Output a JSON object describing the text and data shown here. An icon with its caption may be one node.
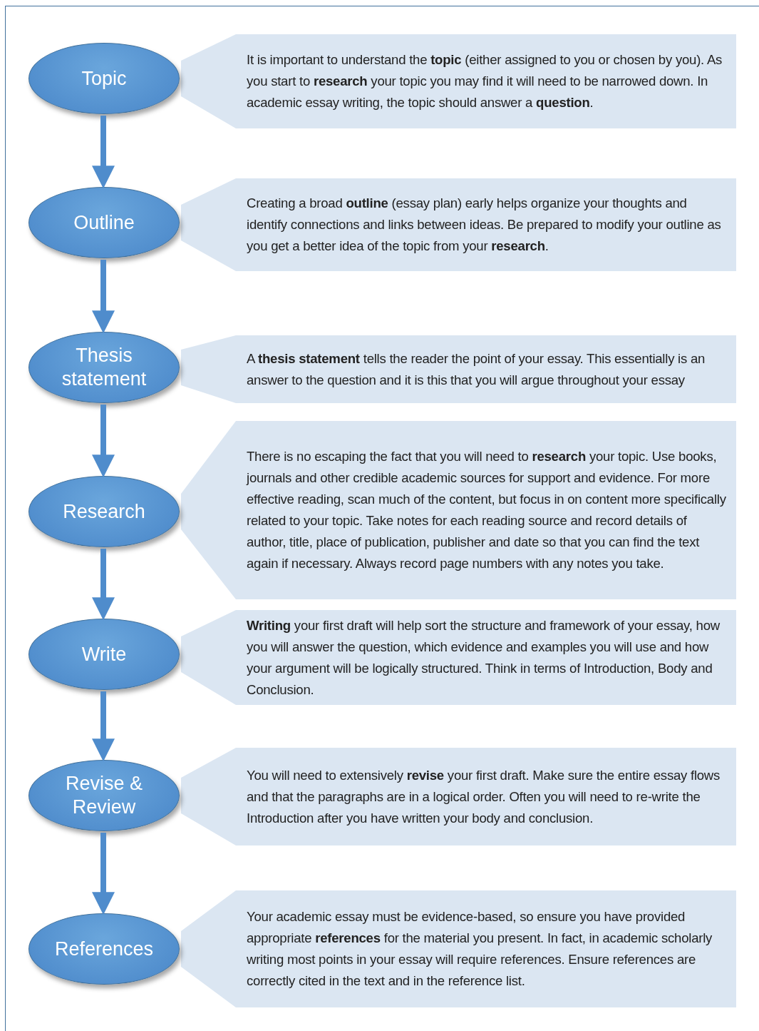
{
  "diagram": {
    "nodes": [
      {
        "text": [
          "Topic"
        ]
      },
      {
        "text": [
          "It is important to understand the **topic** (either assigned to you or chosen by you). As you start to **research** your topic you may find it will need to be narrowed down.  In academic essay writing, the topic should answer a **question**."
        ]
      },
      {
        "text": [
          "Outline"
        ]
      },
      {
        "text": [
          "Creating a broad **outline** (essay plan) early helps organize your thoughts and identify connections and links between ideas. Be prepared to modify your outline as you get a better idea of the topic from your **research**."
        ]
      },
      {
        "text": [
          "Thesis statement"
        ]
      },
      {
        "text": [
          "A **thesis statement** tells the reader the point of your essay. This essentially is an answer to the question and it is this that you will argue throughout your essay"
        ]
      },
      {
        "text": [
          "Research"
        ]
      },
      {
        "text": [
          "There is no escaping the fact that you will need to **research** your topic. Use books, journals and other credible academic sources for support and evidence. For more effective reading, scan much of the content, but focus in on content more specifically related to your topic. Take notes for each reading source and record details of author, title, place of publication, publisher and date so that you can find the text again if necessary. Always record page numbers with any notes you take."
        ]
      },
      {
        "text": [
          "Write"
        ]
      },
      {
        "text": [
          "**Writing** your first draft will help sort the structure and framework of your essay, how you will answer the question, which evidence and examples you will use and how your argument will be logically structured. Think in terms of Introduction, Body and Conclusion."
        ]
      },
      {
        "text": [
          "Revise & Review"
        ]
      },
      {
        "text": [
          "You will need to extensively **revise** your first draft. Make sure the entire essay flows and that the paragraphs are in a logical order. Often you will need to re-write the Introduction after you have written your body and conclusion."
        ]
      },
      {
        "text": [
          "References"
        ]
      },
      {
        "text": [
          "Your academic essay must be evidence-based, so ensure you have provided appropriate **references** for the material you present. In fact, in academic scholarly writing most points in your essay will require references.  Ensure references are correctly cited in the text and in the reference list."
        ]
      }
    ],
    "edges": [
      {
        "from": 0,
        "to": 2,
        "arrow": "to"
      },
      {
        "from": 2,
        "to": 4,
        "arrow": "to"
      },
      {
        "from": 4,
        "to": 6,
        "arrow": "to"
      },
      {
        "from": 6,
        "to": 8,
        "arrow": "to"
      },
      {
        "from": 8,
        "to": 10,
        "arrow": "to"
      },
      {
        "from": 10,
        "to": 12,
        "arrow": "to"
      }
    ]
  }
}
